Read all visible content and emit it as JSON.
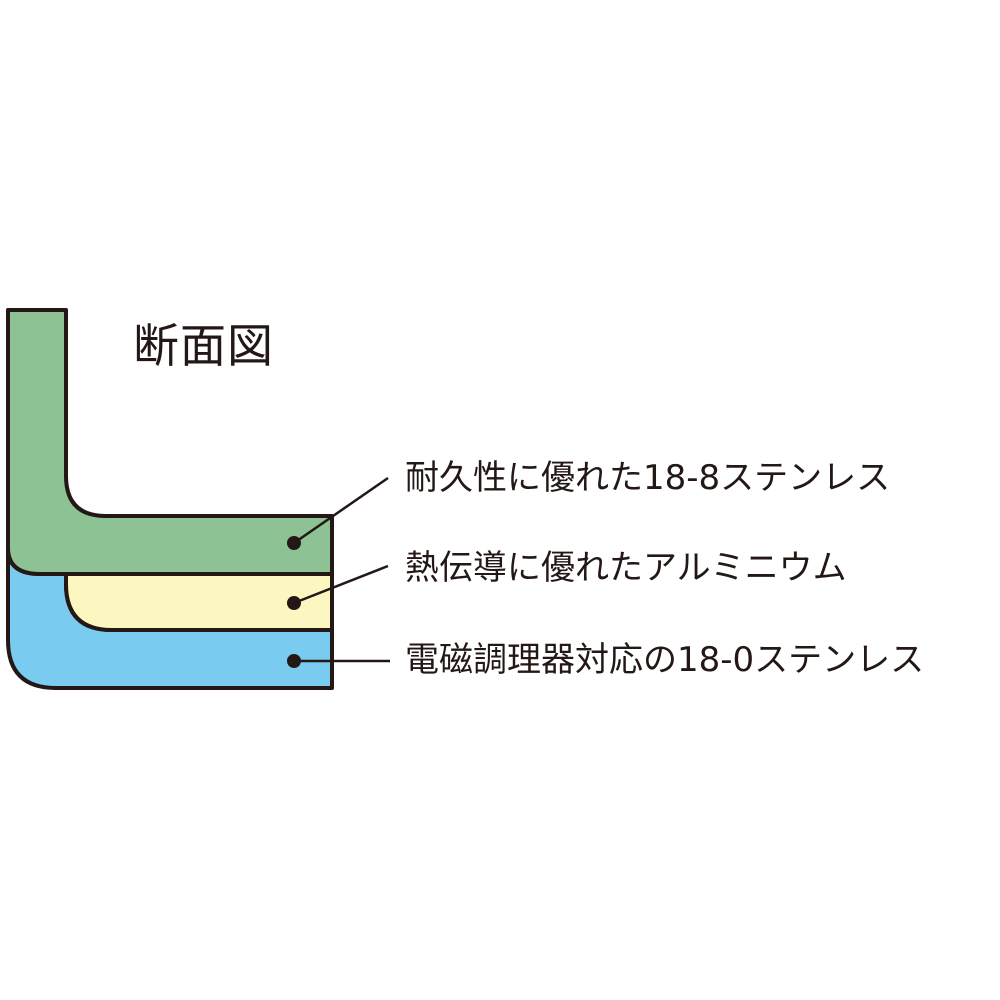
{
  "diagram": {
    "title": "断面図",
    "layers": [
      {
        "label": "耐久性に優れた18-8ステンレス",
        "color": "#8dc394"
      },
      {
        "label": "熱伝導に優れたアルミニウム",
        "color": "#fcf6c1"
      },
      {
        "label": "電磁調理器対応の18-0ステンレス",
        "color": "#79cbf0"
      }
    ],
    "outline_color": "#231815"
  }
}
